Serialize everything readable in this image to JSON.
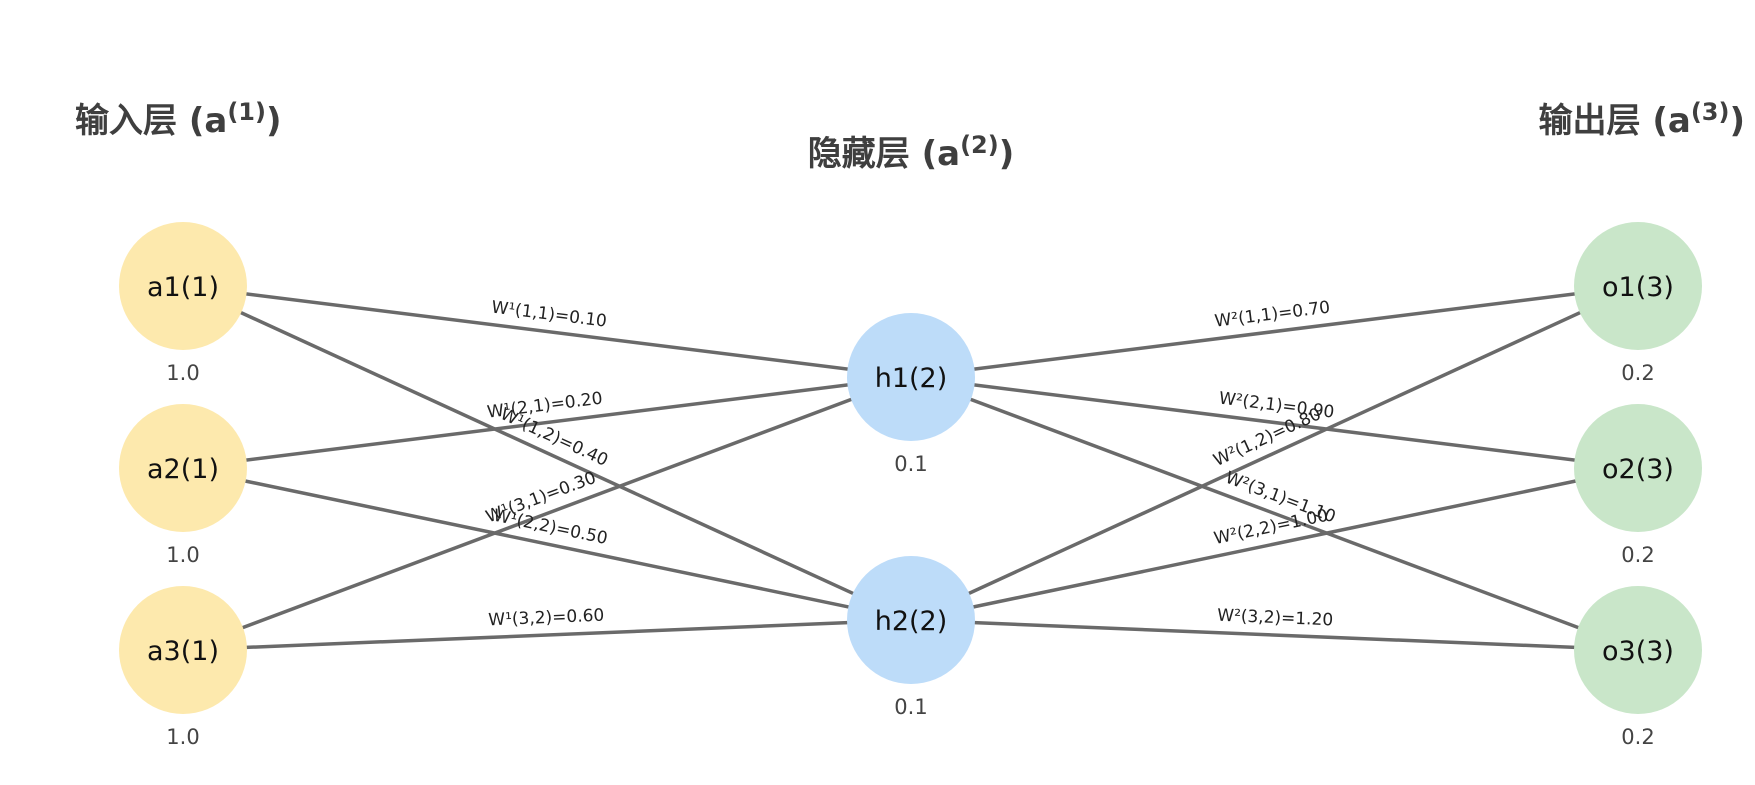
{
  "colors": {
    "input": "#fde9ad",
    "hidden": "#bddcf9",
    "output": "#c9e6c9",
    "edge": "#6a6a6a",
    "title": "#3f3f3f"
  },
  "layers": [
    {
      "id": "input",
      "title_prefix": "输入层 (a",
      "title_sup": "(1)",
      "title_suffix": ")",
      "nodes": [
        {
          "id": "a1",
          "base": "a1",
          "label": "(1)",
          "value": "1.0"
        },
        {
          "id": "a2",
          "base": "a2",
          "label": "(1)",
          "value": "1.0"
        },
        {
          "id": "a3",
          "base": "a3",
          "label": "(1)",
          "value": "1.0"
        }
      ]
    },
    {
      "id": "hidden",
      "title_prefix": "隐藏层 (a",
      "title_sup": "(2)",
      "title_suffix": ")",
      "nodes": [
        {
          "id": "h1",
          "base": "h1",
          "label": "(2)",
          "value": "0.1"
        },
        {
          "id": "h2",
          "base": "h2",
          "label": "(2)",
          "value": "0.1"
        }
      ]
    },
    {
      "id": "output",
      "title_prefix": "输出层 (a",
      "title_sup": "(3)",
      "title_suffix": ")",
      "nodes": [
        {
          "id": "o1",
          "base": "o1",
          "label": "(3)",
          "value": "0.2"
        },
        {
          "id": "o2",
          "base": "o2",
          "label": "(3)",
          "value": "0.2"
        },
        {
          "id": "o3",
          "base": "o3",
          "label": "(3)",
          "value": "0.2"
        }
      ]
    }
  ],
  "edges": [
    {
      "from": "a1",
      "to": "h1",
      "label": "W¹(1,1)=0.10"
    },
    {
      "from": "a2",
      "to": "h1",
      "label": "W¹(2,1)=0.20"
    },
    {
      "from": "a3",
      "to": "h1",
      "label": "W¹(3,1)=0.30"
    },
    {
      "from": "a1",
      "to": "h2",
      "label": "W¹(1,2)=0.40"
    },
    {
      "from": "a2",
      "to": "h2",
      "label": "W¹(2,2)=0.50"
    },
    {
      "from": "a3",
      "to": "h2",
      "label": "W¹(3,2)=0.60"
    },
    {
      "from": "h1",
      "to": "o1",
      "label": "W²(1,1)=0.70"
    },
    {
      "from": "h2",
      "to": "o1",
      "label": "W²(1,2)=0.80"
    },
    {
      "from": "h1",
      "to": "o2",
      "label": "W²(2,1)=0.90"
    },
    {
      "from": "h2",
      "to": "o2",
      "label": "W²(2,2)=1.00"
    },
    {
      "from": "h1",
      "to": "o3",
      "label": "W²(3,1)=1.10"
    },
    {
      "from": "h2",
      "to": "o3",
      "label": "W²(3,2)=1.20"
    }
  ]
}
